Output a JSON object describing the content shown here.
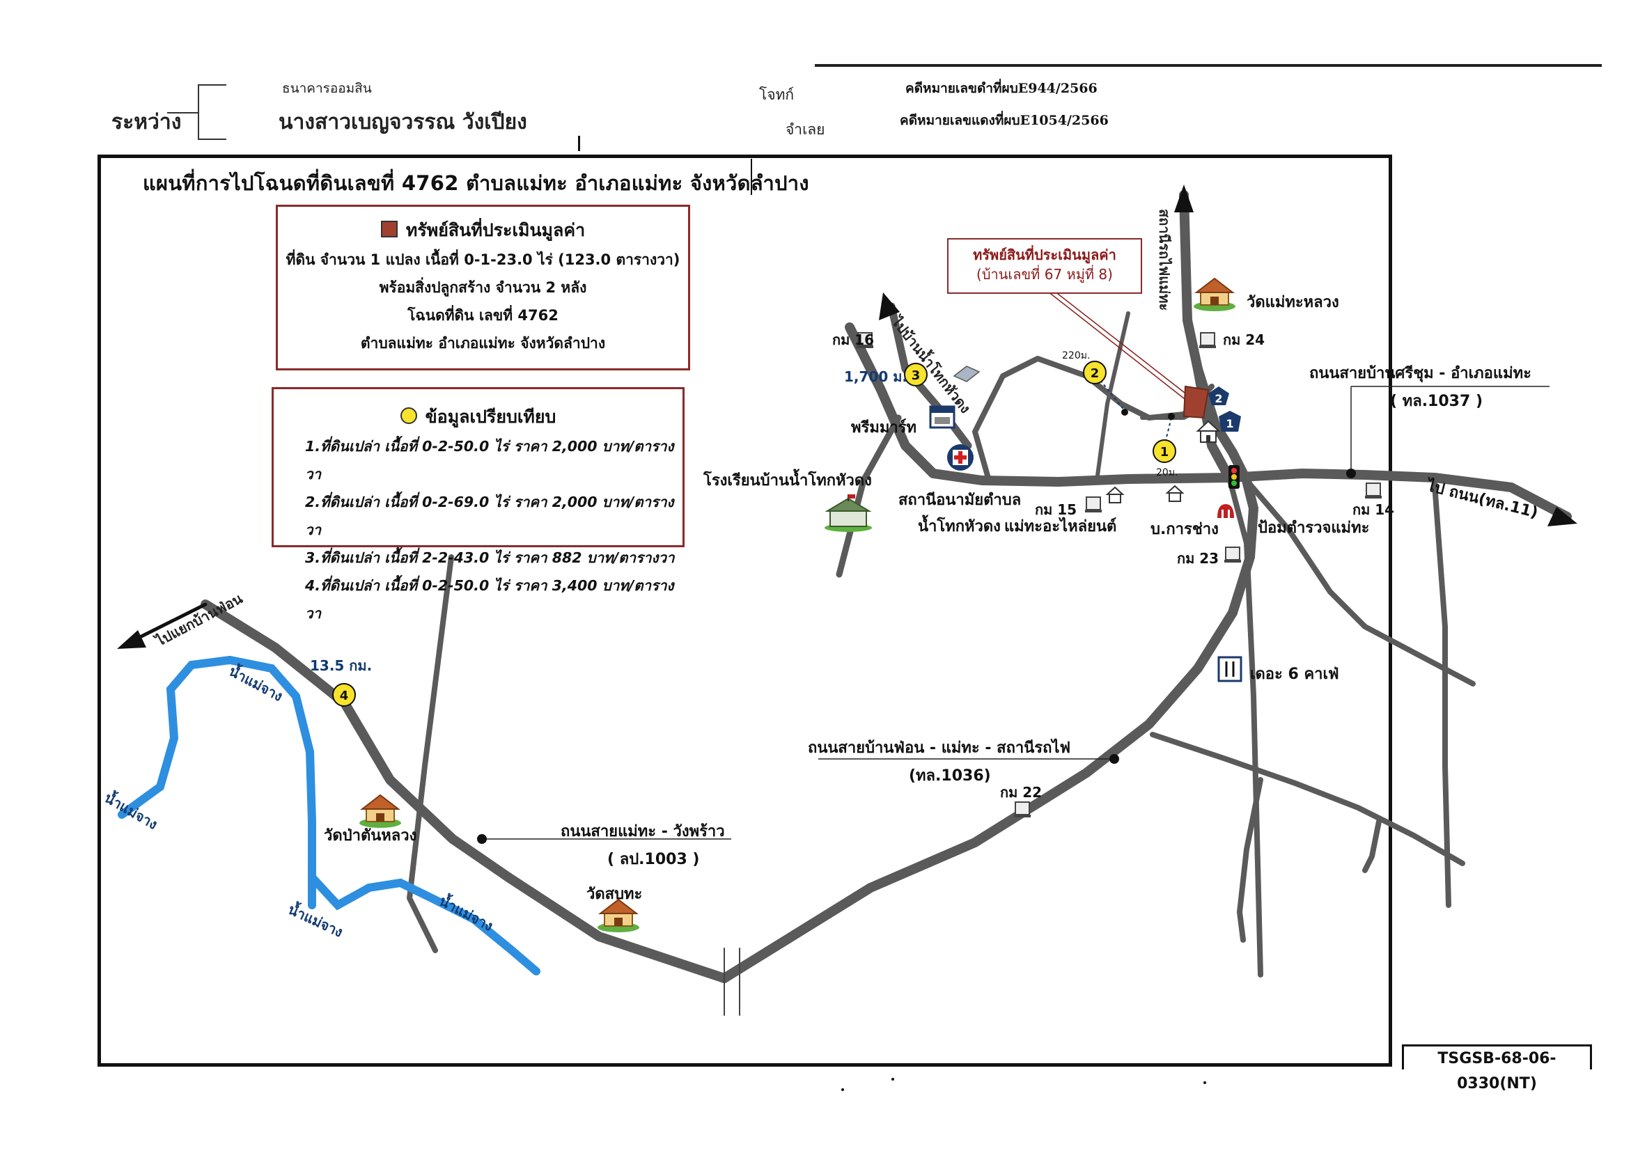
{
  "header": {
    "between_label": "ระหว่าง",
    "plaintiff_name": "ธนาคารออมสิน",
    "defendant_name": "นางสาวเบญจวรรณ วังเปียง",
    "plaintiff_role": "โจทก์",
    "defendant_role": "จำเลย",
    "black_case": "คดีหมายเลขดำที่ผบE944/2566",
    "red_case": "คดีหมายเลขแดงที่ผบE1054/2566"
  },
  "map": {
    "title": "แผนที่การไปโฉนดที่ดินเลขที่ 4762 ตำบลแม่ทะ อำเภอแม่ทะ จังหวัดลำปาง",
    "asset_box": {
      "heading": "ทรัพย์สินที่ประเมินมูลค่า",
      "line1": "ที่ดิน จำนวน 1 แปลง เนื้อที่ 0-1-23.0 ไร่ (123.0 ตารางวา)",
      "line2": "พร้อมสิ่งปลูกสร้าง จำนวน 2 หลัง",
      "line3": "โฉนดที่ดิน เลขที่ 4762",
      "line4": "ตำบลแม่ทะ อำเภอแม่ทะ จังหวัดลำปาง"
    },
    "comparison_box": {
      "heading": "ข้อมูลเปรียบเทียบ",
      "items": [
        "1.ที่ดินเปล่า เนื้อที่ 0-2-50.0 ไร่ ราคา 2,000 บาท/ตารางวา",
        "2.ที่ดินเปล่า เนื้อที่ 0-2-69.0 ไร่ ราคา 2,000 บาท/ตารางวา",
        "3.ที่ดินเปล่า เนื้อที่ 2-2-43.0 ไร่ ราคา 882 บาท/ตารางวา",
        "4.ที่ดินเปล่า เนื้อที่ 0-2-50.0 ไร่ ราคา 3,400 บาท/ตารางวา"
      ]
    },
    "asset_callout": {
      "line1": "ทรัพย์สินที่ประเมินมูลค่า",
      "line2": "(บ้านเลขที่ 67 หมู่ที่ 8)"
    },
    "labels": {
      "wat_mae_tha_luang": "วัดแม่ทะหลวง",
      "km24": "กม 24",
      "km16": "กม 16",
      "dist_1700": "1,700 ม.",
      "premart": "พรีมมาร์ท",
      "school": "โรงเรียนบ้านน้ำโทกหัวดง",
      "health_station_1": "สถานีอนามัยตำบล",
      "health_station_2": "น้ำโทกหัวดง",
      "km15": "กม 15",
      "mae_tha_parts": "แม่ทะอะไหล่ยนต์",
      "bor_karn_chang": "บ.การช่าง",
      "police_box": "ป้อมตำรวจแม่ทะ",
      "km23": "กม 23",
      "km14": "กม 14",
      "road_sri_chum": "ถนนสายบ้านศรีชุม - อำเภอแม่ทะ",
      "road_sri_chum_code": "( ทล.1037 )",
      "to_highway_11": "ไป ถนน(ทล.11)",
      "to_station": "สถานีรถไฟแม่ทะ",
      "to_nam_tok": "ไปบ้านน้ำโทกหัวดง",
      "dist_220": "220ม.",
      "dist_20": "20ม.",
      "cafe": "เดอะ 6 คาเฟ่",
      "road_ban_fon_1": "ถนนสายบ้านฟ่อน - แม่ทะ - สถานีรถไฟ",
      "road_ban_fon_code": "(ทล.1036)",
      "km22": "กม 22",
      "to_ban_fon": "ไปแยกบ้านฟ่อน",
      "dist_13_5": "13.5 กม.",
      "wat_pa_ton_luang": "วัดป่าตันหลวง",
      "road_wang_nuea": "ถนนสายแม่ทะ - วังพร้าว",
      "road_wang_nuea_code": "( ลป.1003 )",
      "wat_sop_tha": "วัดสบทะ",
      "river_1": "น้ำแม่จาง",
      "river_2": "น้ำแม่จาง",
      "river_3": "น้ำแม่จาง",
      "river_4": "น้ำแม่จาง"
    },
    "markers": [
      "1",
      "2",
      "3",
      "4"
    ],
    "route_markers": [
      "1",
      "2"
    ],
    "colors": {
      "road": "#5a5a5a",
      "river": "#2e8fe0",
      "marker": "#f7e32b",
      "accent_box": "#8b2a2a",
      "asset": "#a0412f"
    },
    "icons": [
      "temple-icon",
      "school-icon",
      "hospital-icon",
      "shop-icon",
      "km-post-icon",
      "cafe-icon",
      "traffic-light-icon",
      "house-icon"
    ]
  },
  "doc_code": "TSGSB-68-06-0330(NT)"
}
